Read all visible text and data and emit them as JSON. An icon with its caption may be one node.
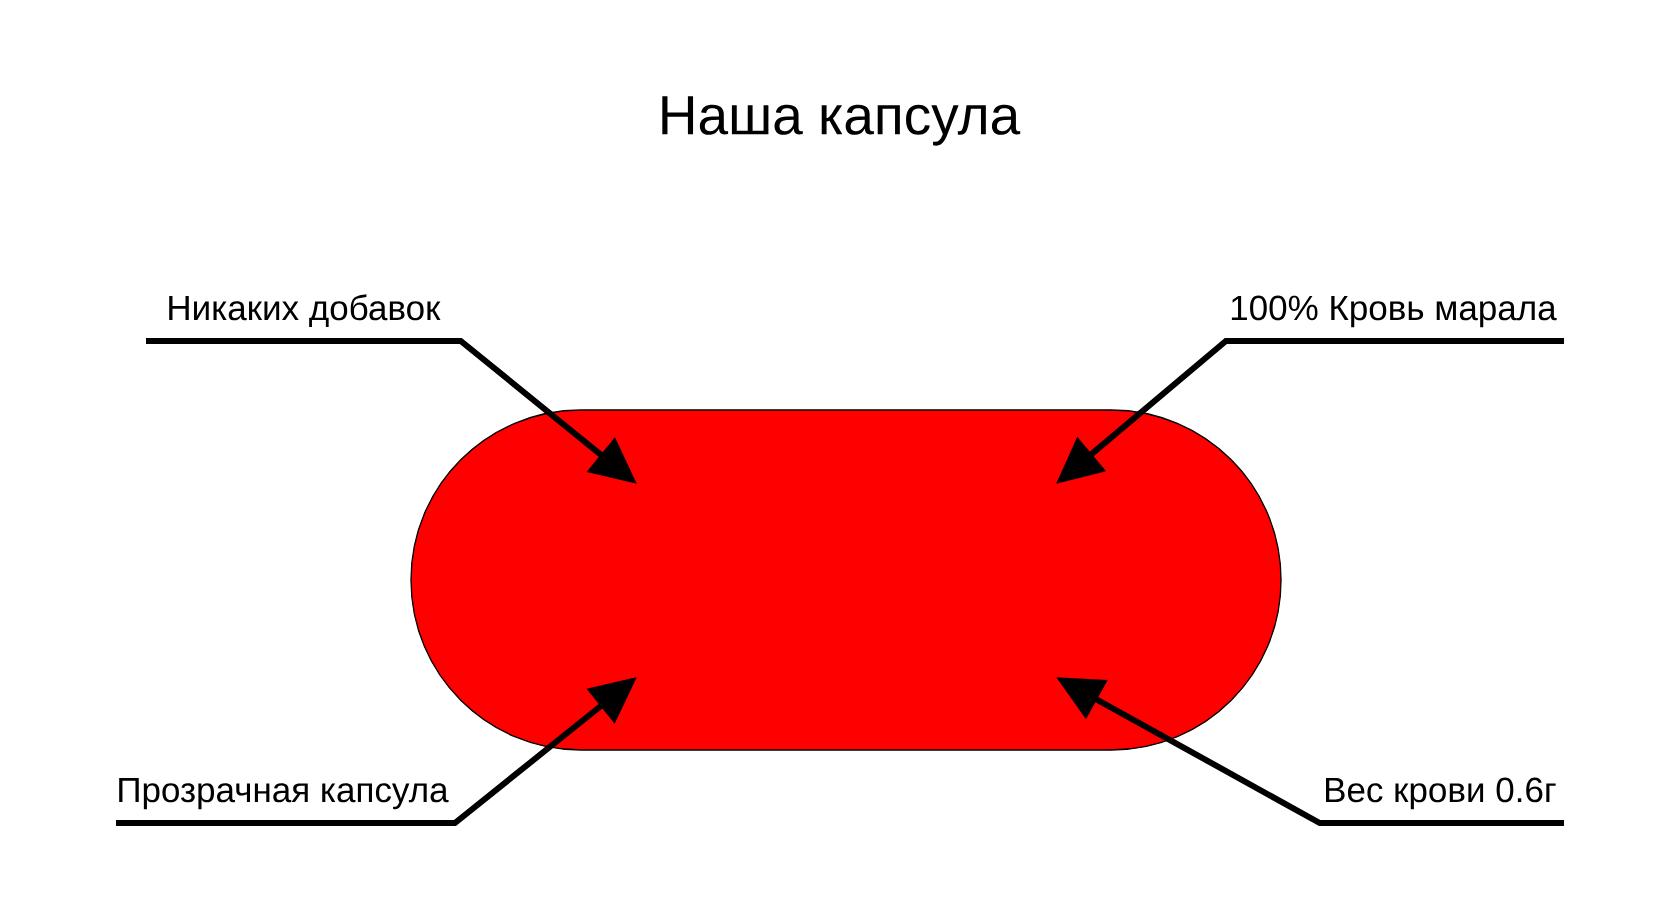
{
  "diagram": {
    "title": "Наша капсула",
    "nodes": [
      {
        "text": [],
        "shape": "capsule"
      },
      {
        "text": [
          "Никаких добавок"
        ]
      },
      {
        "text": [
          "100% Кровь марала"
        ]
      },
      {
        "text": [
          "Прозрачная капсула"
        ]
      },
      {
        "text": [
          "Вес крови 0.6г"
        ]
      }
    ],
    "edges": [
      {
        "from": 1,
        "to": 0,
        "arrow": "to"
      },
      {
        "from": 2,
        "to": 0,
        "arrow": "to"
      },
      {
        "from": 3,
        "to": 0,
        "arrow": "to"
      },
      {
        "from": 4,
        "to": 0,
        "arrow": "to"
      }
    ]
  }
}
